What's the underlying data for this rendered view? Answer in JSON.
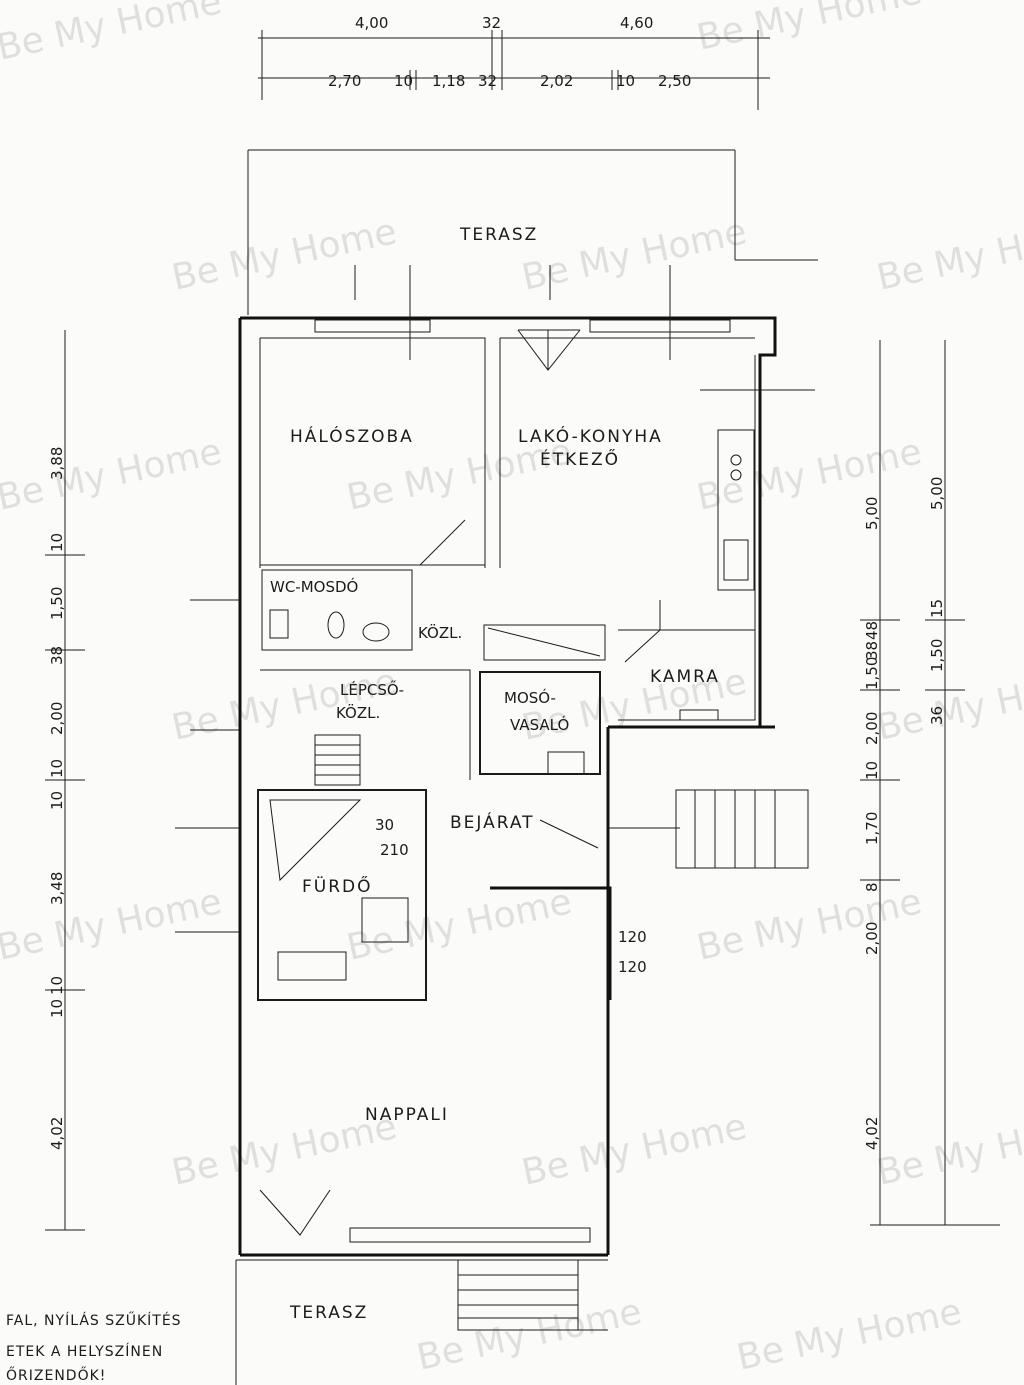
{
  "rooms": {
    "terasz_top": "TERASZ",
    "haloszoba": "HÁLÓSZOBA",
    "lako_konyha": "LAKÓ-KONYHA",
    "etkezo": "ÉTKEZŐ",
    "wc_mosdo": "WC-MOSDÓ",
    "kozl_small": "KÖZL.",
    "lepcso": "LÉPCSŐ-",
    "lepcso_kozl": "KÖZL.",
    "moso": "MOSÓ-",
    "vasalo": "VASALÓ",
    "kamra": "KAMRA",
    "bejarat": "BEJÁRAT",
    "furdo": "FÜRDŐ",
    "nappali": "NAPPALI",
    "terasz_bottom": "TERASZ"
  },
  "dims_top": {
    "row1": [
      "4,00",
      "32",
      "4,60"
    ],
    "row2": [
      "2,70",
      "10",
      "1,18",
      "32",
      "2,02",
      "10",
      "2,50"
    ]
  },
  "dims_left": [
    "3,88",
    "10",
    "1,50",
    "38",
    "2,00",
    "10",
    "10",
    "3,48",
    "10",
    "10",
    "4,02"
  ],
  "dims_right_inner": [
    "5,00",
    "38",
    "48",
    "1,50",
    "10",
    "2,00",
    "1,70",
    "8",
    "2,00",
    "4,02"
  ],
  "dims_right_outer": [
    "5,00",
    "15",
    "1,50",
    "36"
  ],
  "door_dims": [
    "30",
    "210",
    "120",
    "120"
  ],
  "notes": [
    "FAL, NYÍLÁS SZŰKÍTÉS",
    "ETEK A HELYSZÍNEN",
    "ŐRIZENDŐK!"
  ],
  "watermark": "Be My Home"
}
